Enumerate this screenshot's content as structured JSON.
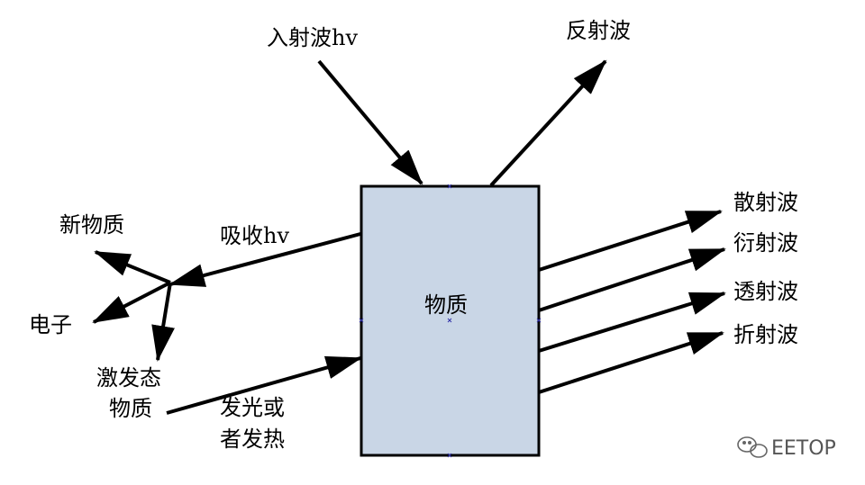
{
  "diagram": {
    "center_label": "物质",
    "incident": "入射波hv",
    "reflected": "反射波",
    "absorbed": "吸收hv",
    "new_matter": "新物质",
    "electron": "电子",
    "excited_line1": "激发态",
    "excited_line2": "物质",
    "emission_line1": "发光或",
    "emission_line2": "者发热",
    "scattered": "散射波",
    "diffracted": "衍射波",
    "transmitted": "透射波",
    "refracted": "折射波"
  },
  "watermark": {
    "text": "EETOP"
  },
  "colors": {
    "box_fill": "#c9d6e6",
    "stroke": "#000000"
  }
}
